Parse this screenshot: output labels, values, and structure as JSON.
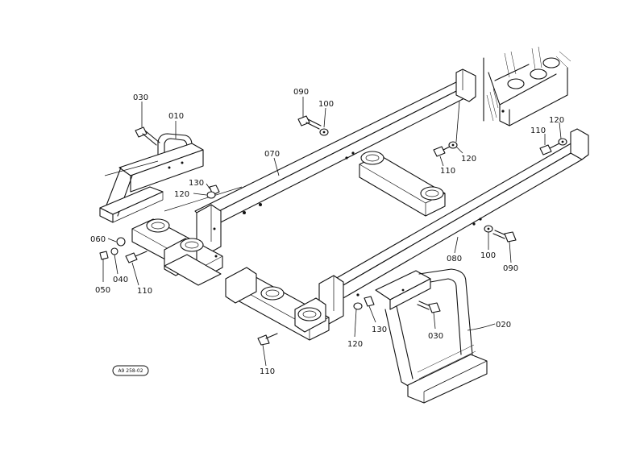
{
  "diagram": {
    "part_labels": {
      "p030_left": "030",
      "p010": "010",
      "p090_top": "090",
      "p100_top": "100",
      "p070": "070",
      "p130_left": "130",
      "p120_left": "120",
      "p060": "060",
      "p040": "040",
      "p050": "050",
      "p110_left": "110",
      "p110_mid": "110",
      "p120_mid": "120",
      "p110_right": "110",
      "p120_right": "120",
      "p100_right": "100",
      "p080": "080",
      "p090_right": "090",
      "p020": "020",
      "p120_bottom": "120",
      "p130_bottom": "130",
      "p030_bottom": "030",
      "p110_bottom": "110"
    },
    "stamp": "A9 258-02"
  }
}
